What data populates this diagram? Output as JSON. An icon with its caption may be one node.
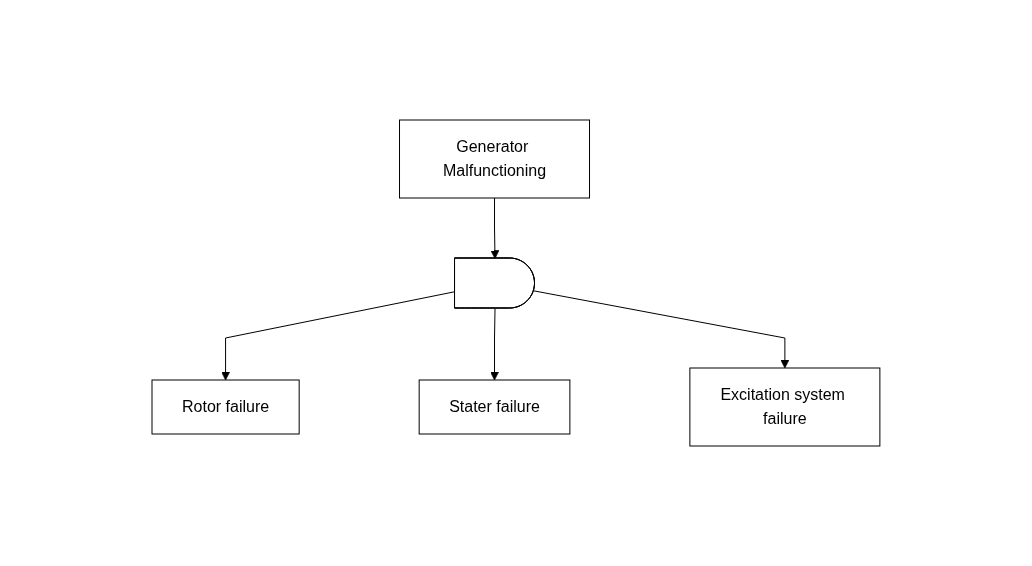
{
  "diagram": {
    "nodes": [
      {
        "text": [
          "Generator Malfunctioning"
        ]
      },
      {
        "text": [],
        "shape": "gate"
      },
      {
        "text": [
          "Rotor failure"
        ]
      },
      {
        "text": [
          "Stater failure"
        ]
      },
      {
        "text": [
          "Excitation system failure"
        ]
      }
    ],
    "edges": [
      {
        "from": 0,
        "to": 1,
        "arrow": "to"
      },
      {
        "from": 1,
        "to": 2,
        "arrow": "to"
      },
      {
        "from": 1,
        "to": 3,
        "arrow": "to"
      },
      {
        "from": 1,
        "to": 4,
        "arrow": "to"
      }
    ]
  }
}
